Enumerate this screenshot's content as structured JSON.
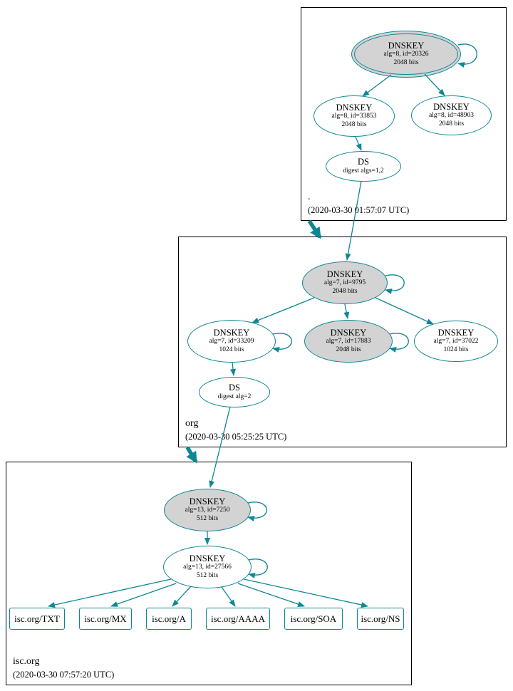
{
  "zones": {
    "root": {
      "name": ".",
      "timestamp": "(2020-03-30 01:57:07 UTC)"
    },
    "org": {
      "name": "org",
      "timestamp": "(2020-03-30 05:25:25 UTC)"
    },
    "isc": {
      "name": "isc.org",
      "timestamp": "(2020-03-30 07:57:20 UTC)"
    }
  },
  "nodes": {
    "root_ksk": {
      "title": "DNSKEY",
      "detail1": "alg=8, id=20326",
      "detail2": "2048 bits"
    },
    "root_zsk": {
      "title": "DNSKEY",
      "detail1": "alg=8, id=33853",
      "detail2": "2048 bits"
    },
    "root_key2": {
      "title": "DNSKEY",
      "detail1": "alg=8, id=48903",
      "detail2": "2048 bits"
    },
    "root_ds": {
      "title": "DS",
      "detail1": "digest algs=1,2"
    },
    "org_ksk": {
      "title": "DNSKEY",
      "detail1": "alg=7, id=9795",
      "detail2": "2048 bits"
    },
    "org_zsk": {
      "title": "DNSKEY",
      "detail1": "alg=7, id=33209",
      "detail2": "1024 bits"
    },
    "org_key2": {
      "title": "DNSKEY",
      "detail1": "alg=7, id=17883",
      "detail2": "2048 bits"
    },
    "org_key3": {
      "title": "DNSKEY",
      "detail1": "alg=7, id=37022",
      "detail2": "1024 bits"
    },
    "org_ds": {
      "title": "DS",
      "detail1": "digest alg=2"
    },
    "isc_ksk": {
      "title": "DNSKEY",
      "detail1": "alg=13, id=7250",
      "detail2": "512 bits"
    },
    "isc_zsk": {
      "title": "DNSKEY",
      "detail1": "alg=13, id=27566",
      "detail2": "512 bits"
    },
    "rec_txt": {
      "label": "isc.org/TXT"
    },
    "rec_mx": {
      "label": "isc.org/MX"
    },
    "rec_a": {
      "label": "isc.org/A"
    },
    "rec_aaaa": {
      "label": "isc.org/AAAA"
    },
    "rec_soa": {
      "label": "isc.org/SOA"
    },
    "rec_ns": {
      "label": "isc.org/NS"
    }
  },
  "colors": {
    "edge_teal": "#0e8795",
    "ksk_fill": "#d3d3d3",
    "node_fill": "#ffffff",
    "zone_border": "#000000"
  }
}
